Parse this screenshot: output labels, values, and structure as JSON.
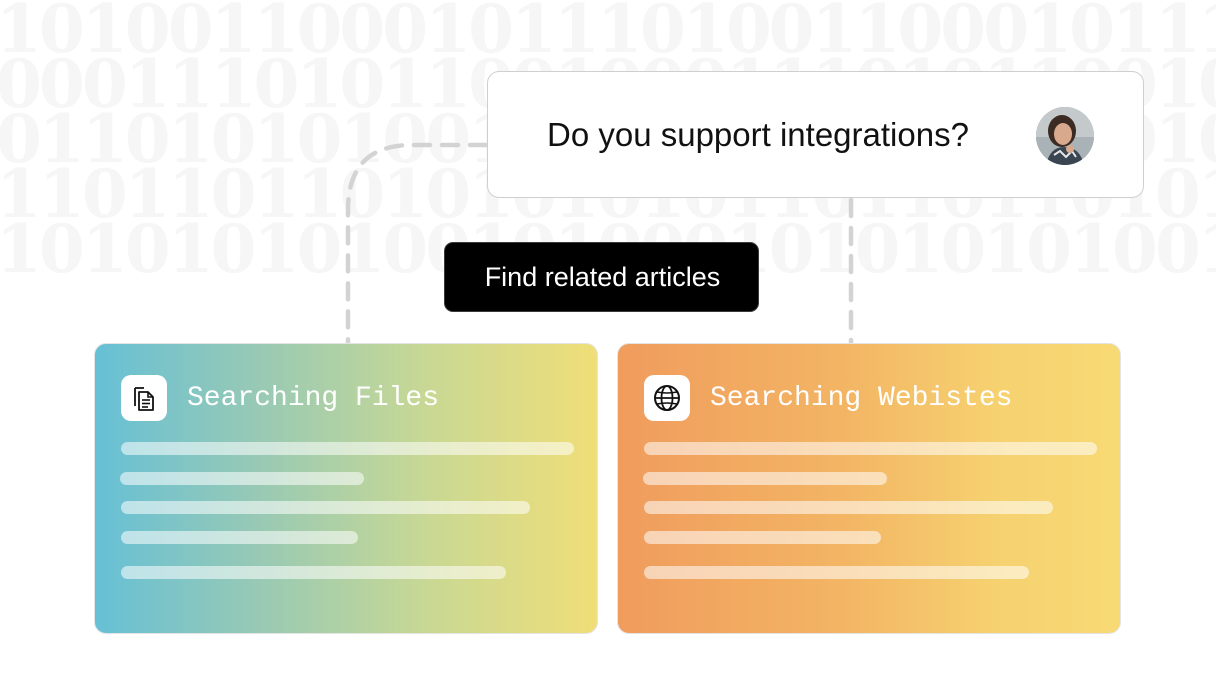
{
  "background": {
    "pattern_rows": [
      "101001100010111010011000101110100110001011101001100010111",
      "000111010110010001110101100100011101011001000111010110010",
      "011010101001010110101010010101101010100101011010101001010",
      "110110110101010101101101101010101011011011010101010110110",
      "101010101001010001010101010010100010101010100101000101010"
    ]
  },
  "question": {
    "text": "Do you support integrations?",
    "avatar_icon": "user-avatar-photo"
  },
  "action": {
    "label": "Find related articles"
  },
  "cards": [
    {
      "title": "Searching Files",
      "icon": "document-icon",
      "gradient": [
        "#66c0d6",
        "#f0de78"
      ]
    },
    {
      "title": "Searching Webistes",
      "icon": "globe-icon",
      "gradient": [
        "#f09c5d",
        "#f8da74"
      ]
    }
  ],
  "colors": {
    "connector": "#d3d3d3",
    "pill_bg": "#000000",
    "placeholder_line": "#ffffff"
  }
}
